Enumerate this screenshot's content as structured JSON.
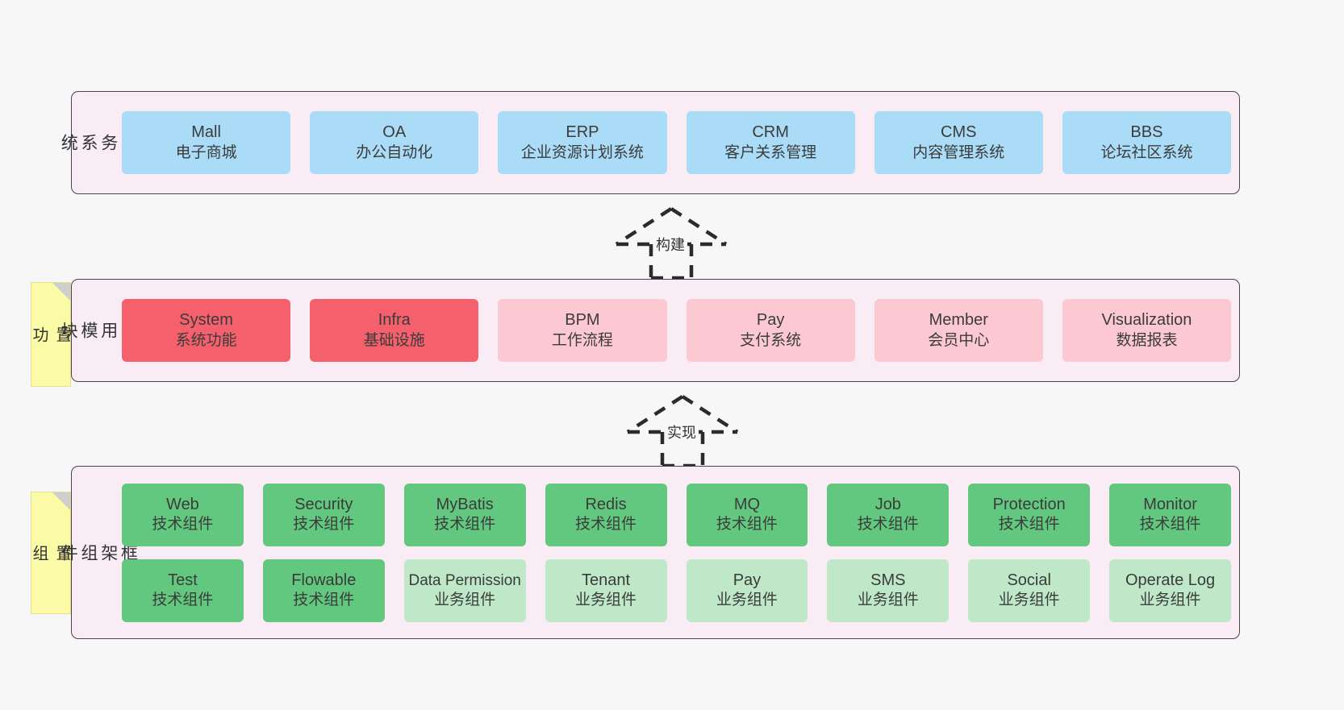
{
  "diagram": {
    "background_color": "#f7f7f7",
    "layer_fill": "#f9ecf5",
    "layer_border": "#4a4450"
  },
  "layers": {
    "business": {
      "title": "业\n务\n系\n统",
      "node_color": "#aadcf8",
      "rows": [
        [
          {
            "main": "Mall",
            "sub": "电子商城"
          },
          {
            "main": "OA",
            "sub": "办公自动化"
          },
          {
            "main": "ERP",
            "sub": "企业资源计划系统"
          },
          {
            "main": "CRM",
            "sub": "客户关系管理"
          },
          {
            "main": "CMS",
            "sub": "内容管理系统"
          },
          {
            "main": "BBS",
            "sub": "论坛社区系统"
          }
        ]
      ]
    },
    "common": {
      "title": "通\n用\n模\n块",
      "colors": {
        "primary": "#f4606c",
        "secondary": "#fcc9d2"
      },
      "rows": [
        [
          {
            "main": "System",
            "sub": "系统功能"
          },
          {
            "main": "Infra",
            "sub": "基础设施"
          },
          {
            "main": "BPM",
            "sub": "工作流程"
          },
          {
            "main": "Pay",
            "sub": "支付系统"
          },
          {
            "main": "Member",
            "sub": "会员中心"
          },
          {
            "main": "Visualization",
            "sub": "数据报表"
          }
        ]
      ]
    },
    "framework": {
      "title": "框\n架\n组\n件",
      "colors": {
        "tech": "#63c87f",
        "business": "#bfe8c8"
      },
      "rows": [
        [
          {
            "main": "Web",
            "sub": "技术组件"
          },
          {
            "main": "Security",
            "sub": "技术组件"
          },
          {
            "main": "MyBatis",
            "sub": "技术组件"
          },
          {
            "main": "Redis",
            "sub": "技术组件"
          },
          {
            "main": "MQ",
            "sub": "技术组件"
          },
          {
            "main": "Job",
            "sub": "技术组件"
          },
          {
            "main": "Protection",
            "sub": "技术组件"
          },
          {
            "main": "Monitor",
            "sub": "技术组件"
          }
        ],
        [
          {
            "main": "Test",
            "sub": "技术组件"
          },
          {
            "main": "Flowable",
            "sub": "技术组件"
          },
          {
            "main": "Data Permission",
            "sub": "业务组件"
          },
          {
            "main": "Tenant",
            "sub": "业务组件"
          },
          {
            "main": "Pay",
            "sub": "业务组件"
          },
          {
            "main": "SMS",
            "sub": "业务组件"
          },
          {
            "main": "Social",
            "sub": "业务组件"
          },
          {
            "main": "Operate Log",
            "sub": "业务组件"
          }
        ]
      ]
    }
  },
  "notes": {
    "common": "内\n置\n功\n能",
    "framework": "内\n置\n组\n件",
    "color": "#fbfaa6"
  },
  "connectors": [
    {
      "label": "构建"
    },
    {
      "label": "实现"
    }
  ]
}
